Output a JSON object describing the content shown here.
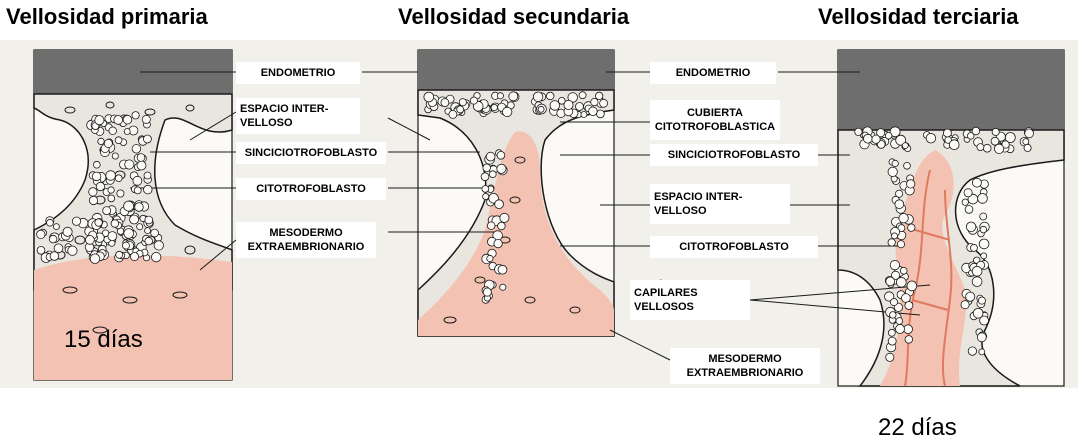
{
  "titles": {
    "primary": "Vellosidad primaria",
    "secondary": "Vellosidad secundaria",
    "tertiary": "Vellosidad terciaria"
  },
  "labels": {
    "p_endometrio": "ENDOMETRIO",
    "p_espacio": "ESPACIO INTER-\nVELLOSO",
    "p_sincicio": "SINCICIOTROFOBLASTO",
    "p_citotrofo": "CITOTROFOBLASTO",
    "p_mesodermo": "MESODERMO\nEXTRAEMBRIONARIO",
    "s_endometrio": "ENDOMETRIO",
    "s_cubierta": "CUBIERTA\nCITOTROFOBLASTICA",
    "s_sincicio": "SINCICIOTROFOBLASTO",
    "s_espacio": "ESPACIO INTER-\nVELLOSO",
    "s_citotrofo": "CITOTROFOBLASTO",
    "s_capilares": "CAPILARES\nVELLOSOS",
    "s_mesodermo": "MESODERMO\nEXTRAEMBRIONARIO"
  },
  "days": {
    "primary": "15 días",
    "tertiary": "22 días"
  },
  "colors": {
    "endometrium": "#6e6e6e",
    "mesoderm": "#f3c2b2",
    "capillary": "#e07a5f",
    "outline": "#1a1a1a",
    "background": "#f2f0ea"
  }
}
